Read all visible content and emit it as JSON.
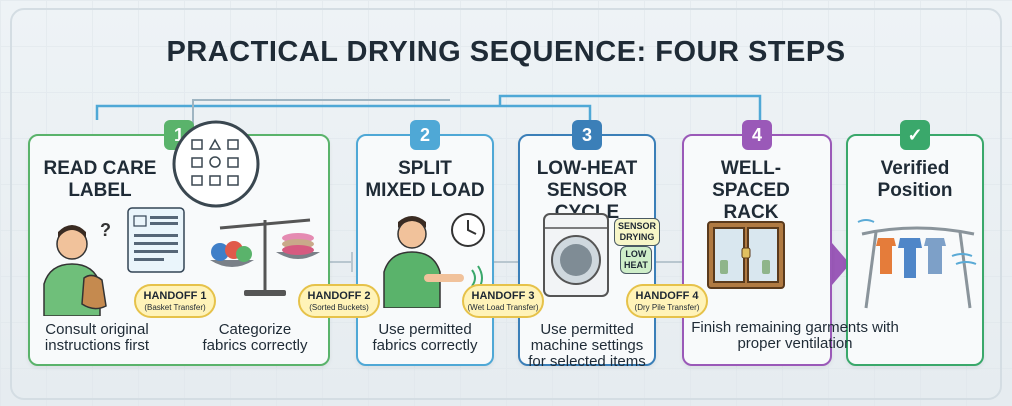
{
  "title": "PRACTICAL DRYING SEQUENCE: FOUR STEPS",
  "steps": [
    {
      "number": "1",
      "heading": [
        "READ CARE",
        "LABEL"
      ],
      "desc": [
        "Consult original",
        "instructions first"
      ],
      "color": "#5ab36b"
    },
    {
      "number": "2",
      "heading": [
        "SPLIT",
        "MIXED LOAD"
      ],
      "desc": [
        "Use permitted",
        "fabrics correctly"
      ],
      "color": "#4fa8d6"
    },
    {
      "number": "3",
      "heading": [
        "LOW-HEAT",
        "SENSOR CYCLE"
      ],
      "desc": [
        "Use permitted",
        "machine settings",
        "for selected items"
      ],
      "color": "#3b7fb8"
    },
    {
      "number": "4",
      "heading": [
        "WELL-SPACED",
        "RACK"
      ],
      "desc": [
        "Finish remaining garments with",
        "proper ventilation"
      ],
      "color": "#9a59b8"
    },
    {
      "number": "✓",
      "heading": [
        "Verified",
        "Position"
      ],
      "color": "#3aa86b"
    }
  ],
  "extra_desc": [
    "Categorize",
    "fabrics correctly"
  ],
  "handoffs": [
    {
      "label": "HANDOFF 1",
      "sub": "(Basket Transfer)"
    },
    {
      "label": "HANDOFF 2",
      "sub": "(Sorted Buckets)"
    },
    {
      "label": "HANDOFF 3",
      "sub": "(Wet Load Transfer)"
    },
    {
      "label": "HANDOFF 4",
      "sub": "(Dry Pile Transfer)"
    }
  ],
  "machine_chips": {
    "sensor": [
      "SENSOR",
      "DRYING"
    ],
    "heat": [
      "LOW",
      "HEAT"
    ]
  },
  "colors": {
    "handoff_fill": "#fff3b8",
    "handoff_border": "#e6c24a",
    "arrow": "#9a59b8"
  }
}
